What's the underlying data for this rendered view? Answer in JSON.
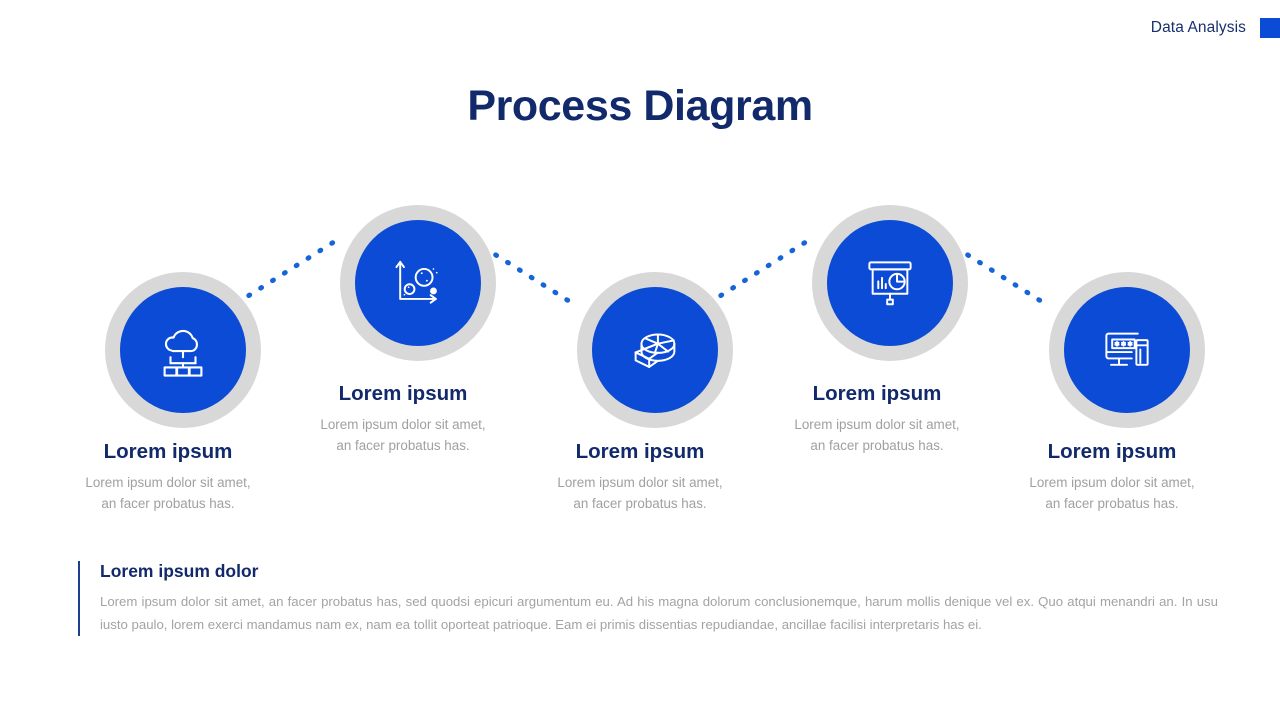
{
  "header": {
    "label": "Data Analysis",
    "accent_color": "#0b4bd6",
    "square_icon": "blue-square-icon"
  },
  "title": "Process Diagram",
  "theme": {
    "primary_blue": "#0b4bd6",
    "navy": "#122a6b",
    "ring_gray": "#d8d8d8",
    "muted_text": "#a0a0a0",
    "connector_blue": "#1565d8",
    "background": "#ffffff"
  },
  "steps": [
    {
      "icon": "cloud-network-icon",
      "title": "Lorem ipsum",
      "desc_line1": "Lorem ipsum dolor sit amet,",
      "desc_line2": "an facer probatus has."
    },
    {
      "icon": "bubble-scatter-chart-icon",
      "title": "Lorem ipsum",
      "desc_line1": "Lorem ipsum dolor sit amet,",
      "desc_line2": "an facer probatus has."
    },
    {
      "icon": "pie-chart-3d-icon",
      "title": "Lorem ipsum",
      "desc_line1": "Lorem ipsum dolor sit amet,",
      "desc_line2": "an facer probatus has."
    },
    {
      "icon": "presentation-board-chart-icon",
      "title": "Lorem ipsum",
      "desc_line1": "Lorem ipsum dolor sit amet,",
      "desc_line2": "an facer probatus has."
    },
    {
      "icon": "monitor-password-device-icon",
      "title": "Lorem ipsum",
      "desc_line1": "Lorem ipsum dolor sit amet,",
      "desc_line2": "an facer probatus has."
    }
  ],
  "footer": {
    "title": "Lorem ipsum dolor",
    "body": "Lorem ipsum dolor sit amet, an facer probatus has, sed quodsi epicuri argumentum eu. Ad his magna dolorum conclusionemque, harum mollis denique vel ex. Quo atqui menandri an. In usu iusto paulo, lorem exerci mandamus nam ex, nam ea tollit oporteat patrioque. Eam ei primis dissentias repudiandae, ancillae facilisi interpretaris has ei."
  }
}
